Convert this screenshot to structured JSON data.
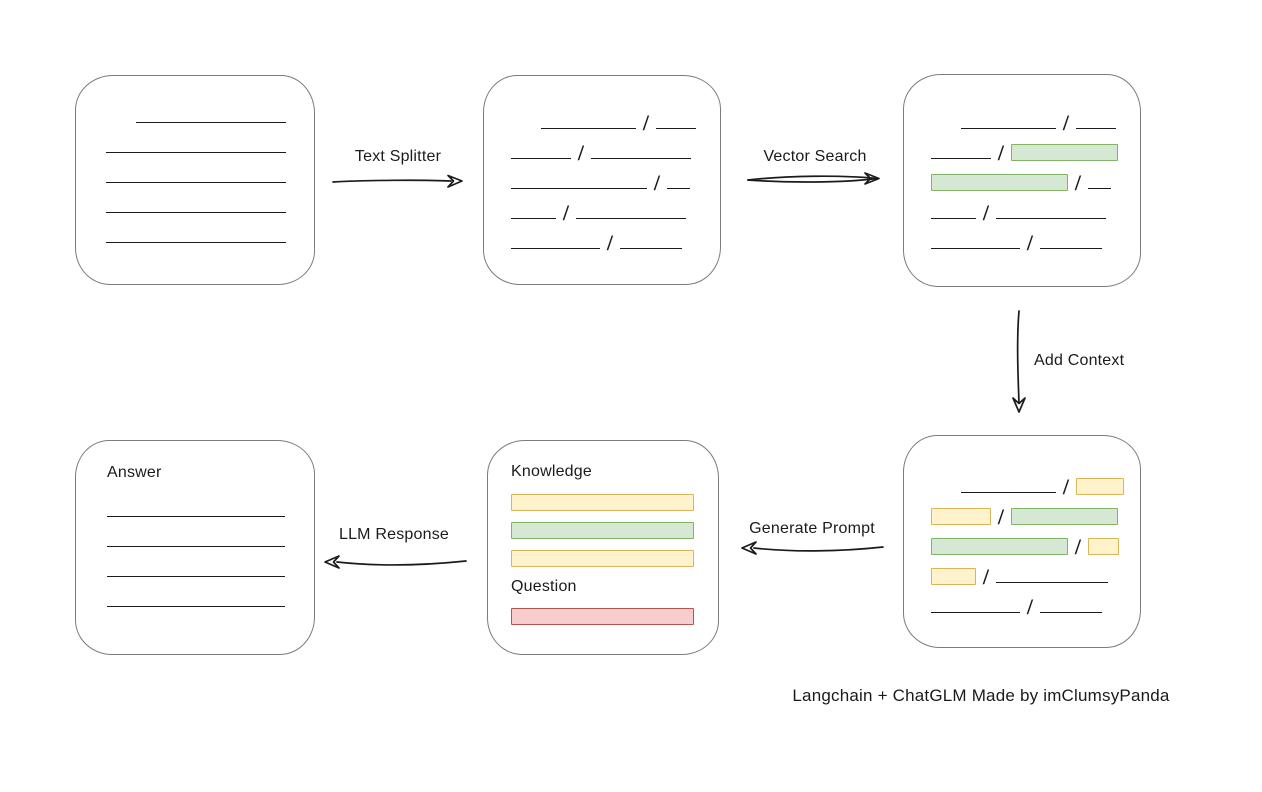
{
  "labels": {
    "text_splitter": "Text Splitter",
    "vector_search": "Vector Search",
    "add_context": "Add Context",
    "generate_prompt": "Generate Prompt",
    "llm_response": "LLM Response",
    "knowledge": "Knowledge",
    "question": "Question",
    "answer": "Answer",
    "footer": "Langchain + ChatGLM Made by imClumsyPanda"
  },
  "colors": {
    "green_fill": "#d5e8d4",
    "green_border": "#82b366",
    "yellow_fill": "#fff2cc",
    "yellow_border": "#d6b656",
    "red_fill": "#f8cecc",
    "red_border": "#b85450",
    "ink": "#1b1b1b",
    "box_border": "#7c7c7c"
  },
  "document_lines": [
    {
      "w": 150
    },
    {
      "w": 180
    },
    {
      "w": 180
    },
    {
      "w": 180
    },
    {
      "w": 180
    }
  ],
  "answer_lines": [
    {
      "w": 178
    },
    {
      "w": 178
    },
    {
      "w": 178
    },
    {
      "w": 178
    }
  ],
  "split_rows": [
    [
      {
        "t": "line",
        "w": 95,
        "ml": 30
      },
      {
        "t": "slash"
      },
      {
        "t": "line",
        "w": 40
      }
    ],
    [
      {
        "t": "line",
        "w": 60
      },
      {
        "t": "slash"
      },
      {
        "t": "line",
        "w": 100
      }
    ],
    [
      {
        "t": "line",
        "w": 136
      },
      {
        "t": "slash"
      },
      {
        "t": "line",
        "w": 23
      }
    ],
    [
      {
        "t": "line",
        "w": 45
      },
      {
        "t": "slash"
      },
      {
        "t": "line",
        "w": 110
      }
    ],
    [
      {
        "t": "line",
        "w": 89
      },
      {
        "t": "slash"
      },
      {
        "t": "line",
        "w": 62
      }
    ]
  ],
  "search_rows": [
    [
      {
        "t": "line",
        "w": 95,
        "ml": 30
      },
      {
        "t": "slash"
      },
      {
        "t": "line",
        "w": 40
      }
    ],
    [
      {
        "t": "line",
        "w": 60
      },
      {
        "t": "slash"
      },
      {
        "t": "green",
        "w": 107
      }
    ],
    [
      {
        "t": "green",
        "w": 137
      },
      {
        "t": "slash"
      },
      {
        "t": "line",
        "w": 23
      }
    ],
    [
      {
        "t": "line",
        "w": 45
      },
      {
        "t": "slash"
      },
      {
        "t": "line",
        "w": 110
      }
    ],
    [
      {
        "t": "line",
        "w": 89
      },
      {
        "t": "slash"
      },
      {
        "t": "line",
        "w": 62
      }
    ]
  ],
  "context_rows": [
    [
      {
        "t": "line",
        "w": 95,
        "ml": 30
      },
      {
        "t": "slash"
      },
      {
        "t": "yellow",
        "w": 48
      }
    ],
    [
      {
        "t": "yellow",
        "w": 60
      },
      {
        "t": "slash"
      },
      {
        "t": "green",
        "w": 107
      }
    ],
    [
      {
        "t": "green",
        "w": 137
      },
      {
        "t": "slash"
      },
      {
        "t": "yellow",
        "w": 31
      }
    ],
    [
      {
        "t": "yellow",
        "w": 45
      },
      {
        "t": "slash"
      },
      {
        "t": "line",
        "w": 112
      }
    ],
    [
      {
        "t": "line",
        "w": 89
      },
      {
        "t": "slash"
      },
      {
        "t": "line",
        "w": 62
      }
    ]
  ],
  "prompt_bars": {
    "knowledge": [
      "yellow",
      "green",
      "yellow"
    ],
    "question": [
      "red"
    ]
  }
}
